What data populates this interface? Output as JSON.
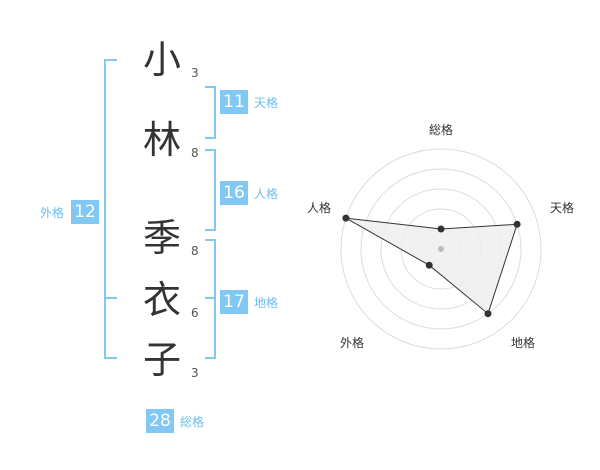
{
  "name_chars": [
    {
      "char": "小",
      "strokes": "3"
    },
    {
      "char": "林",
      "strokes": "8"
    },
    {
      "char": "季",
      "strokes": "8"
    },
    {
      "char": "衣",
      "strokes": "6"
    },
    {
      "char": "子",
      "strokes": "3"
    }
  ],
  "kaku": {
    "tenkaku": {
      "value": "11",
      "label": "天格"
    },
    "jinkaku": {
      "value": "16",
      "label": "人格"
    },
    "chikaku": {
      "value": "17",
      "label": "地格"
    },
    "gaikaku": {
      "value": "12",
      "label": "外格"
    },
    "soukaku": {
      "value": "28",
      "label": "総格"
    }
  },
  "colors": {
    "accent": "#82c8f5",
    "accent_text": "#6cbef0",
    "radar_fill": "#eeeeee",
    "radar_grid": "#dddddd"
  },
  "chart_data": {
    "type": "radar",
    "categories": [
      "総格",
      "天格",
      "地格",
      "外格",
      "人格"
    ],
    "values": [
      1,
      4,
      4,
      1,
      5
    ],
    "max": 5
  }
}
